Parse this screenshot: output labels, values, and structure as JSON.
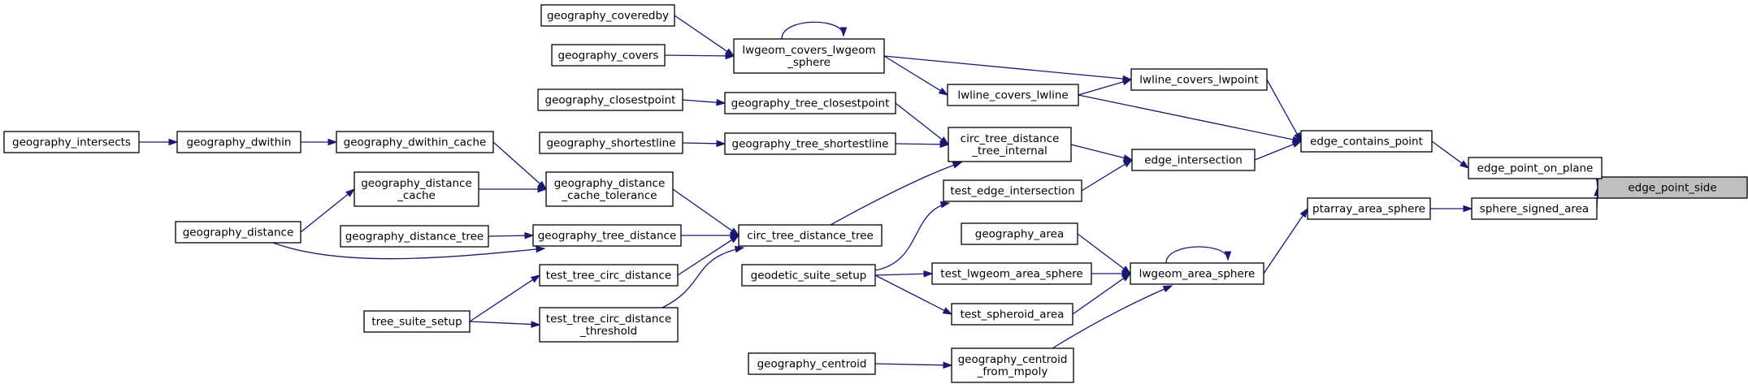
{
  "graph": {
    "focus": "edge_point_side",
    "edge_color": "#191970",
    "focus_fill": "#bfbfbf",
    "nodes": [
      {
        "id": "edge_point_side",
        "lines": [
          "edge_point_side"
        ]
      },
      {
        "id": "edge_point_on_plane",
        "lines": [
          "edge_point_on_plane"
        ]
      },
      {
        "id": "sphere_signed_area",
        "lines": [
          "sphere_signed_area"
        ]
      },
      {
        "id": "edge_contains_point",
        "lines": [
          "edge_contains_point"
        ]
      },
      {
        "id": "ptarray_area_sphere",
        "lines": [
          "ptarray_area_sphere"
        ]
      },
      {
        "id": "lwline_covers_lwpoint",
        "lines": [
          "lwline_covers_lwpoint"
        ]
      },
      {
        "id": "lwline_covers_lwline",
        "lines": [
          "lwline_covers_lwline"
        ]
      },
      {
        "id": "edge_intersection",
        "lines": [
          "edge_intersection"
        ]
      },
      {
        "id": "lwgeom_area_sphere",
        "lines": [
          "lwgeom_area_sphere"
        ]
      },
      {
        "id": "lwgeom_covers_lwgeom_sphere",
        "lines": [
          "lwgeom_covers_lwgeom",
          "_sphere"
        ]
      },
      {
        "id": "geography_coveredby",
        "lines": [
          "geography_coveredby"
        ]
      },
      {
        "id": "geography_covers",
        "lines": [
          "geography_covers"
        ]
      },
      {
        "id": "circ_tree_distance_tree_internal",
        "lines": [
          "circ_tree_distance",
          "_tree_internal"
        ]
      },
      {
        "id": "test_edge_intersection",
        "lines": [
          "test_edge_intersection"
        ]
      },
      {
        "id": "geography_tree_closestpoint",
        "lines": [
          "geography_tree_closestpoint"
        ]
      },
      {
        "id": "geography_closestpoint",
        "lines": [
          "geography_closestpoint"
        ]
      },
      {
        "id": "geography_tree_shortestline",
        "lines": [
          "geography_tree_shortestline"
        ]
      },
      {
        "id": "geography_shortestline",
        "lines": [
          "geography_shortestline"
        ]
      },
      {
        "id": "circ_tree_distance_tree",
        "lines": [
          "circ_tree_distance_tree"
        ]
      },
      {
        "id": "geography_distance_cache_tolerance",
        "lines": [
          "geography_distance",
          "_cache_tolerance"
        ]
      },
      {
        "id": "geography_dwithin_cache",
        "lines": [
          "geography_dwithin_cache"
        ]
      },
      {
        "id": "geography_dwithin",
        "lines": [
          "geography_dwithin"
        ]
      },
      {
        "id": "geography_intersects",
        "lines": [
          "geography_intersects"
        ]
      },
      {
        "id": "geography_distance_cache",
        "lines": [
          "geography_distance",
          "_cache"
        ]
      },
      {
        "id": "geography_distance",
        "lines": [
          "geography_distance"
        ]
      },
      {
        "id": "geography_tree_distance",
        "lines": [
          "geography_tree_distance"
        ]
      },
      {
        "id": "geography_distance_tree",
        "lines": [
          "geography_distance_tree"
        ]
      },
      {
        "id": "test_tree_circ_distance",
        "lines": [
          "test_tree_circ_distance"
        ]
      },
      {
        "id": "test_tree_circ_distance_threshold",
        "lines": [
          "test_tree_circ_distance",
          "_threshold"
        ]
      },
      {
        "id": "tree_suite_setup",
        "lines": [
          "tree_suite_setup"
        ]
      },
      {
        "id": "geodetic_suite_setup",
        "lines": [
          "geodetic_suite_setup"
        ]
      },
      {
        "id": "geography_area",
        "lines": [
          "geography_area"
        ]
      },
      {
        "id": "test_lwgeom_area_sphere",
        "lines": [
          "test_lwgeom_area_sphere"
        ]
      },
      {
        "id": "test_spheroid_area",
        "lines": [
          "test_spheroid_area"
        ]
      },
      {
        "id": "geography_centroid_from_mpoly",
        "lines": [
          "geography_centroid",
          "_from_mpoly"
        ]
      },
      {
        "id": "geography_centroid",
        "lines": [
          "geography_centroid"
        ]
      }
    ],
    "edges": [
      {
        "from": "edge_point_on_plane",
        "to": "edge_point_side"
      },
      {
        "from": "sphere_signed_area",
        "to": "edge_point_side"
      },
      {
        "from": "edge_contains_point",
        "to": "edge_point_on_plane"
      },
      {
        "from": "ptarray_area_sphere",
        "to": "sphere_signed_area"
      },
      {
        "from": "lwline_covers_lwpoint",
        "to": "edge_contains_point"
      },
      {
        "from": "lwline_covers_lwline",
        "to": "edge_contains_point"
      },
      {
        "from": "edge_intersection",
        "to": "edge_contains_point"
      },
      {
        "from": "lwgeom_area_sphere",
        "to": "ptarray_area_sphere"
      },
      {
        "from": "lwgeom_covers_lwgeom_sphere",
        "to": "lwline_covers_lwpoint"
      },
      {
        "from": "lwline_covers_lwline",
        "to": "lwline_covers_lwpoint"
      },
      {
        "from": "lwgeom_covers_lwgeom_sphere",
        "to": "lwline_covers_lwline"
      },
      {
        "from": "lwgeom_covers_lwgeom_sphere",
        "to": "lwgeom_covers_lwgeom_sphere"
      },
      {
        "from": "geography_coveredby",
        "to": "lwgeom_covers_lwgeom_sphere"
      },
      {
        "from": "geography_covers",
        "to": "lwgeom_covers_lwgeom_sphere"
      },
      {
        "from": "circ_tree_distance_tree_internal",
        "to": "edge_intersection"
      },
      {
        "from": "test_edge_intersection",
        "to": "edge_intersection"
      },
      {
        "from": "geography_tree_closestpoint",
        "to": "circ_tree_distance_tree_internal"
      },
      {
        "from": "geography_tree_shortestline",
        "to": "circ_tree_distance_tree_internal"
      },
      {
        "from": "circ_tree_distance_tree",
        "to": "circ_tree_distance_tree_internal"
      },
      {
        "from": "geography_closestpoint",
        "to": "geography_tree_closestpoint"
      },
      {
        "from": "geography_shortestline",
        "to": "geography_tree_shortestline"
      },
      {
        "from": "geography_distance_cache_tolerance",
        "to": "circ_tree_distance_tree"
      },
      {
        "from": "geography_tree_distance",
        "to": "circ_tree_distance_tree"
      },
      {
        "from": "test_tree_circ_distance",
        "to": "circ_tree_distance_tree"
      },
      {
        "from": "test_tree_circ_distance_threshold",
        "to": "circ_tree_distance_tree"
      },
      {
        "from": "geography_dwithin_cache",
        "to": "geography_distance_cache_tolerance"
      },
      {
        "from": "geography_distance_cache",
        "to": "geography_distance_cache_tolerance"
      },
      {
        "from": "geography_dwithin",
        "to": "geography_dwithin_cache"
      },
      {
        "from": "geography_intersects",
        "to": "geography_dwithin"
      },
      {
        "from": "geography_distance",
        "to": "geography_distance_cache"
      },
      {
        "from": "geography_distance",
        "to": "geography_tree_distance"
      },
      {
        "from": "geography_distance_tree",
        "to": "geography_tree_distance"
      },
      {
        "from": "tree_suite_setup",
        "to": "test_tree_circ_distance"
      },
      {
        "from": "tree_suite_setup",
        "to": "test_tree_circ_distance_threshold"
      },
      {
        "from": "geodetic_suite_setup",
        "to": "test_edge_intersection"
      },
      {
        "from": "geodetic_suite_setup",
        "to": "test_lwgeom_area_sphere"
      },
      {
        "from": "geodetic_suite_setup",
        "to": "test_spheroid_area"
      },
      {
        "from": "geography_area",
        "to": "lwgeom_area_sphere"
      },
      {
        "from": "test_lwgeom_area_sphere",
        "to": "lwgeom_area_sphere"
      },
      {
        "from": "test_spheroid_area",
        "to": "lwgeom_area_sphere"
      },
      {
        "from": "geography_centroid_from_mpoly",
        "to": "lwgeom_area_sphere"
      },
      {
        "from": "lwgeom_area_sphere",
        "to": "lwgeom_area_sphere"
      },
      {
        "from": "geography_centroid",
        "to": "geography_centroid_from_mpoly"
      }
    ]
  }
}
